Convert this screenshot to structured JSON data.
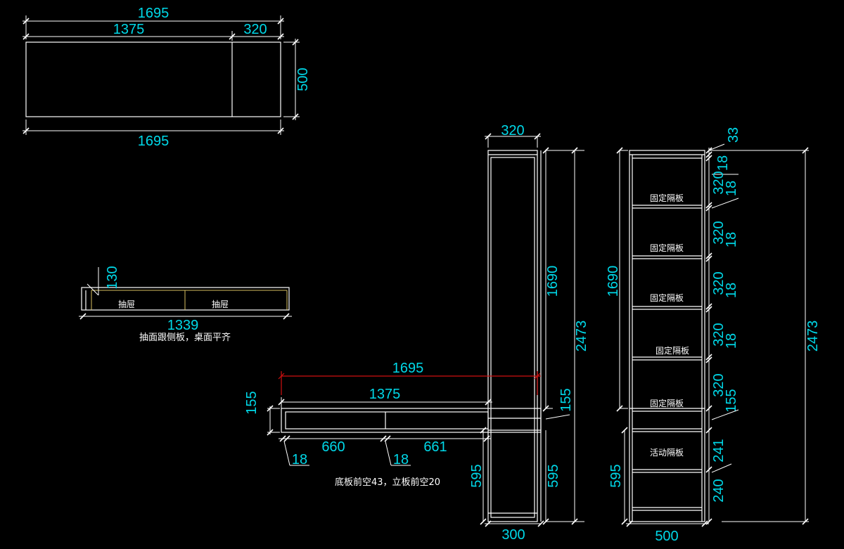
{
  "plan": {
    "top_total": "1695",
    "left_part": "1375",
    "right_part": "320",
    "depth": "500",
    "bottom_total": "1695"
  },
  "drawer_unit": {
    "height": "130",
    "drawer_left": "抽屉",
    "drawer_right": "抽屉",
    "width": "1339",
    "note": "抽面跟侧板，桌面平齐"
  },
  "front_elevation": {
    "top_width": "320",
    "upper_height": "1690",
    "total_height": "2473",
    "overall_width": "1695",
    "desk_span": "1375",
    "desk_thickness_left": "155",
    "desk_thickness_right": "155",
    "bay_left": "660",
    "bay_right": "661",
    "panel_left": "18",
    "panel_mid": "18",
    "lower_height_left": "595",
    "lower_height_right": "595",
    "base_width": "300",
    "note": "底板前空43，立板前空20"
  },
  "side_elevation": {
    "top_gap": "33",
    "shelf_thickness_top": "18",
    "shelf_spacing": [
      "320",
      "320",
      "320",
      "320",
      "320"
    ],
    "shelf_thickness": [
      "18",
      "18",
      "18",
      "18"
    ],
    "lower_section": "155",
    "adjustable_upper": "241",
    "adjustable_lower": "240",
    "upper_height": "1690",
    "total_height": "2473",
    "lower_height": "595",
    "depth": "500",
    "fixed_shelves": [
      "固定隔板",
      "固定隔板",
      "固定隔板",
      "固定隔板",
      "固定隔板"
    ],
    "adjustable_shelf": "活动隔板"
  }
}
